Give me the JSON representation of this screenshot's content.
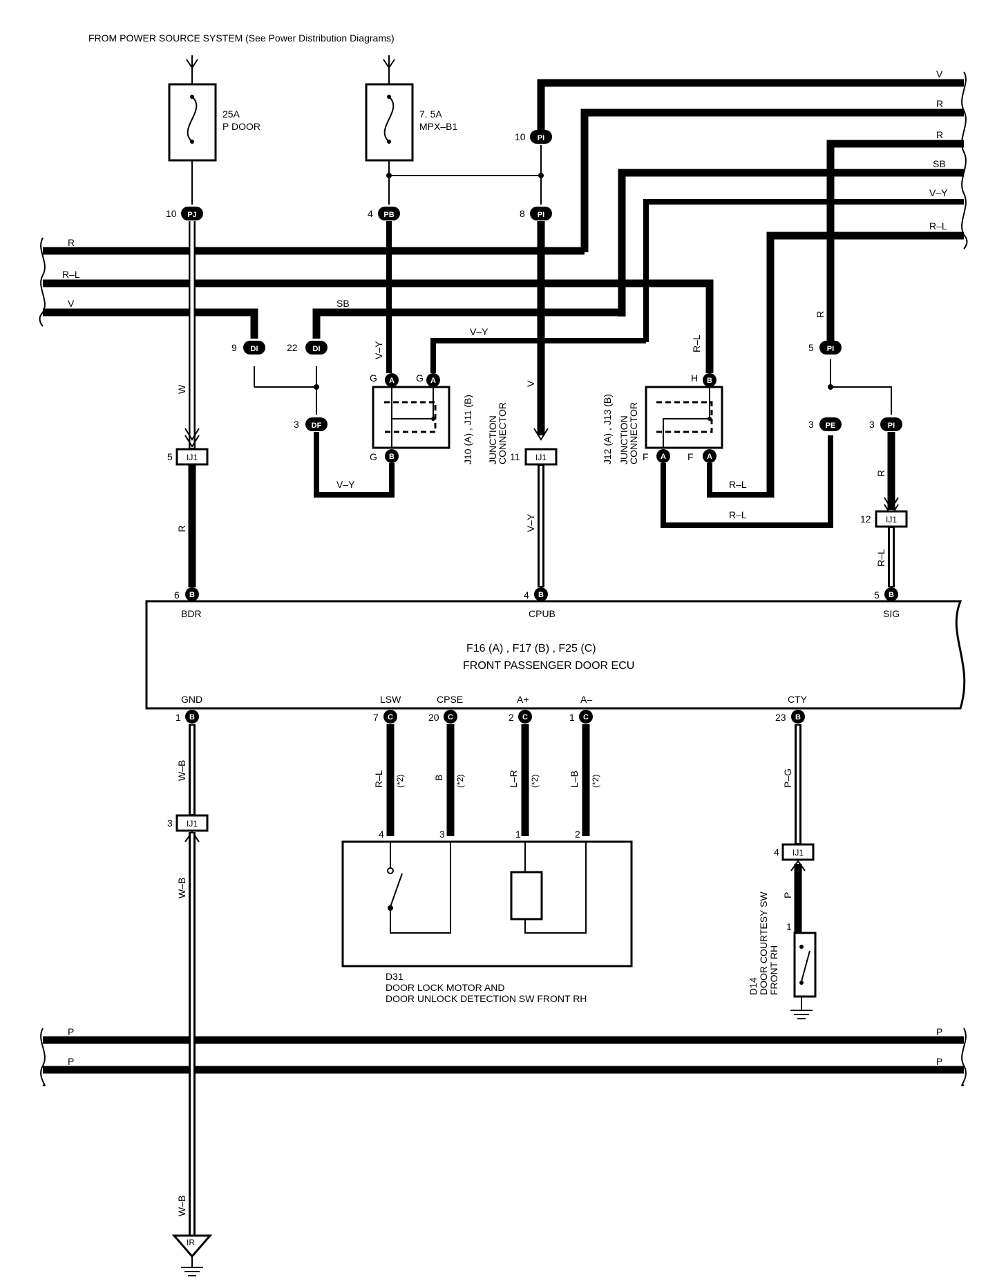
{
  "header": {
    "source_note": "FROM POWER SOURCE SYSTEM (See Power Distribution Diagrams)"
  },
  "fuses": [
    {
      "rating": "25A",
      "name": "P DOOR"
    },
    {
      "rating": "7. 5A",
      "name": "MPX–B1"
    }
  ],
  "harness_right_labels": [
    "V",
    "R",
    "R",
    "SB",
    "V–Y",
    "R–L"
  ],
  "harness_left_labels": [
    "R",
    "R–L",
    "V"
  ],
  "connectors": {
    "pj": {
      "pin": "10",
      "code": "PJ"
    },
    "pb": {
      "pin": "4",
      "code": "PB"
    },
    "pi8": {
      "pin": "8",
      "code": "PI"
    },
    "pi10": {
      "pin": "10",
      "code": "PI"
    },
    "di9": {
      "pin": "9",
      "code": "DI"
    },
    "di22": {
      "pin": "22",
      "code": "DI"
    },
    "df3": {
      "pin": "3",
      "code": "DF"
    },
    "pi5": {
      "pin": "5",
      "code": "PI"
    },
    "pe3": {
      "pin": "3",
      "code": "PE"
    },
    "pi3": {
      "pin": "3",
      "code": "PI"
    },
    "ij1_5": {
      "pin": "5",
      "code": "IJ1"
    },
    "ij1_11": {
      "pin": "11",
      "code": "IJ1"
    },
    "ij1_12": {
      "pin": "12",
      "code": "IJ1"
    },
    "ij1_3": {
      "pin": "3",
      "code": "IJ1"
    },
    "ij1_4": {
      "pin": "4",
      "code": "IJ1"
    }
  },
  "junction_left": {
    "title_line1": "JUNCTION",
    "title_line2": "CONNECTOR",
    "ids": "J10 (A) , J11 (B)",
    "pin_g_top_1": "G",
    "pin_g_top_2": "G",
    "pin_g_bot": "G"
  },
  "junction_right": {
    "title_line1": "JUNCTION",
    "title_line2": "CONNECTOR",
    "ids": "J12 (A) , J13 (B)",
    "pin_h": "H",
    "pin_f1": "F",
    "pin_f2": "F"
  },
  "wire_labels": {
    "w": "W",
    "r_down": "R",
    "vy_1": "V–Y",
    "vy_2": "V–Y",
    "vy_3": "V–Y",
    "sb": "SB",
    "v_mid": "V",
    "vy_low": "V–Y",
    "rl_1": "R–L",
    "rl_2": "R–L",
    "rl_3": "R–L",
    "r_right": "R",
    "r_sig": "R",
    "rl_sig": "R–L",
    "wb_1": "W–B",
    "wb_2": "W–B",
    "wb_3": "W–B",
    "rl_lsw": "R–L",
    "b_cpse": "B",
    "lr_a": "L–R",
    "lb_a": "L–B",
    "pg": "P–G",
    "p": "P",
    "star2": "(*2)"
  },
  "ecu": {
    "title": "FRONT PASSENGER DOOR ECU",
    "ids": "F16 (A) , F17 (B) , F25 (C)",
    "top_terminals": [
      {
        "pin": "6",
        "conn": "B",
        "name": "BDR"
      },
      {
        "pin": "4",
        "conn": "B",
        "name": "CPUB"
      },
      {
        "pin": "5",
        "conn": "B",
        "name": "SIG"
      }
    ],
    "bottom_terminals": [
      {
        "pin": "1",
        "conn": "B",
        "name": "GND"
      },
      {
        "pin": "7",
        "conn": "C",
        "name": "LSW"
      },
      {
        "pin": "20",
        "conn": "C",
        "name": "CPSE"
      },
      {
        "pin": "2",
        "conn": "C",
        "name": "A+"
      },
      {
        "pin": "1",
        "conn": "C",
        "name": "A–"
      },
      {
        "pin": "23",
        "conn": "B",
        "name": "CTY"
      }
    ]
  },
  "motor": {
    "id": "D31",
    "line1": "DOOR LOCK MOTOR AND",
    "line2": "DOOR UNLOCK DETECTION SW FRONT RH",
    "pins": [
      "4",
      "3",
      "1",
      "2"
    ]
  },
  "courtesy_sw": {
    "id": "D14",
    "line1": "DOOR COURTESY SW",
    "line2": "FRONT RH",
    "pin": "1"
  },
  "ground": {
    "label": "IR"
  },
  "bottom_bus_labels": [
    "P",
    "P"
  ],
  "conn_letters": {
    "a": "A",
    "b": "B",
    "c": "C"
  }
}
